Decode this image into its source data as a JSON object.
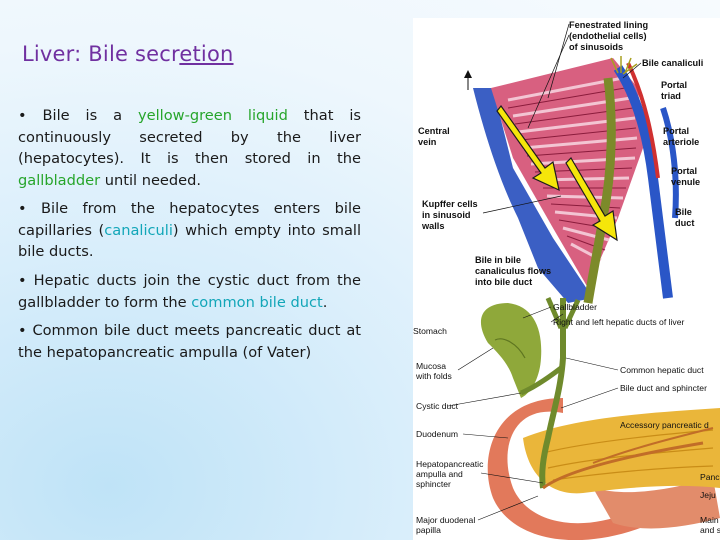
{
  "title": {
    "pre": "Liver: Bile secr",
    "underlined": "etion"
  },
  "paragraphs": [
    {
      "bullet": "•",
      "t1": "Bile is a",
      "g1": "yellow-green liquid",
      "t2": "that is continuously secreted by the liver (hepatocytes). It is then stored in the",
      "g2": "gallbladder",
      "t3": "until needed."
    },
    {
      "bullet": "•",
      "t1": "Bile from the hepatocytes enters bile capillaries (",
      "c1": "canaliculi",
      "t2": ") which empty into small bile ducts."
    },
    {
      "bullet": "•",
      "t1": "Hepatic ducts join the cystic duct from the gallbladder to form the",
      "c1": "common bile duct",
      "t2": "."
    },
    {
      "bullet": "•",
      "t1": "Common bile duct meets pancreatic duct at the hepatopancreatic ampulla (of Vater)"
    }
  ],
  "figure_top_labels": {
    "fenestrated": [
      "Fenestrated lining",
      "(endothelial cells)",
      "of sinusoids"
    ],
    "bile_canaliculi": "Bile canaliculi",
    "portal_triad": [
      "Portal",
      "triad"
    ],
    "central_vein": [
      "Central",
      "vein"
    ],
    "portal_arteriole": [
      "Portal",
      "arteriole"
    ],
    "portal_venule": [
      "Portal",
      "venule"
    ],
    "kupffer": [
      "Kupffer cells",
      "in sinusoid",
      "walls"
    ],
    "bile_duct": [
      "Bile",
      "duct"
    ],
    "bile_flow": [
      "Bile in bile",
      "canaliculus flows",
      "into bile duct"
    ]
  },
  "figure_bottom_labels": {
    "gallbladder": "Gallbladder",
    "hepatic_ducts": "Right and left hepatic ducts of liver",
    "stomach": "Stomach",
    "mucosa": [
      "Mucosa",
      "with folds"
    ],
    "common_hepatic": "Common hepatic duct",
    "bile_sphincter": "Bile duct and sphincter",
    "cystic": "Cystic duct",
    "accessory": "Accessory pancreatic d",
    "duodenum": "Duodenum",
    "ampulla": [
      "Hepatopancreatic",
      "ampulla and",
      "sphincter"
    ],
    "panc": "Panc",
    "jeju": "Jeju",
    "major_papilla": [
      "Major duodenal",
      "papilla"
    ],
    "main_and": [
      "Main",
      "and s"
    ]
  },
  "colors": {
    "title": "#7030a0",
    "green": "#27a52b",
    "teal": "#12a6b8",
    "arrow": "#f5e60a"
  }
}
